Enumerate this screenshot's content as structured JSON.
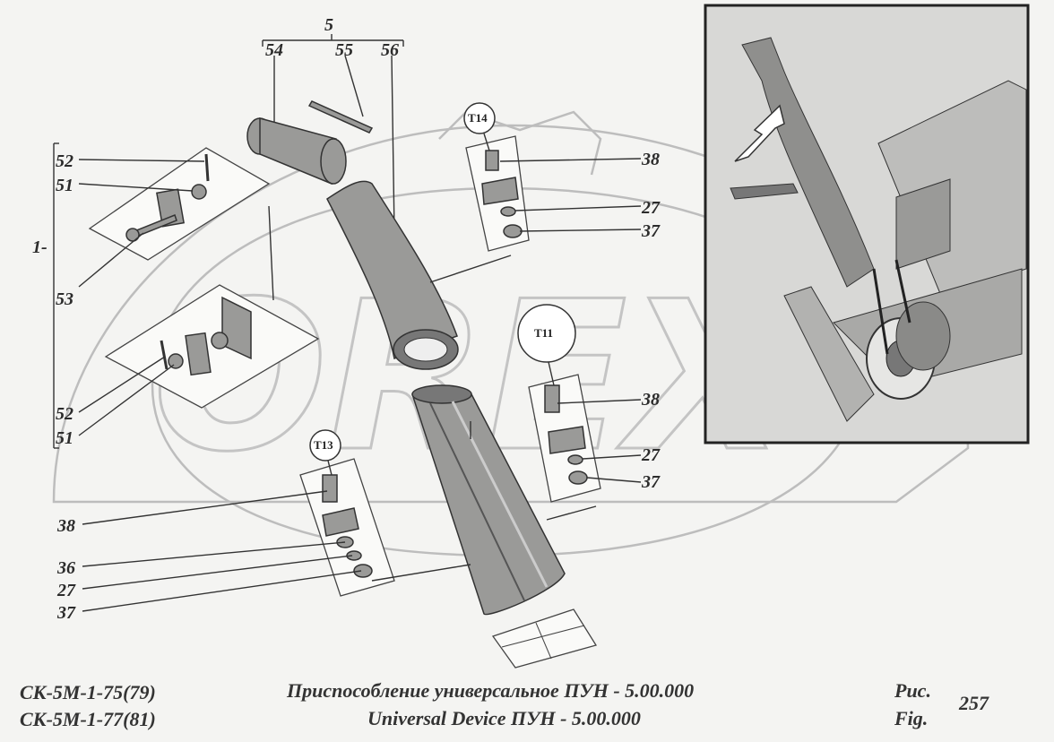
{
  "callouts": {
    "assembly_5": "5",
    "p54": "54",
    "p55": "55",
    "p56": "56",
    "p52_top": "52",
    "p51_top": "51",
    "group_1": "1-",
    "p53": "53",
    "p52_bot": "52",
    "p51_bot": "51",
    "t14": "T14",
    "p38_a": "38",
    "p27_a": "27",
    "p37_a": "37",
    "t11": "T11",
    "p38_b": "38",
    "p27_b": "27",
    "p37_b": "37",
    "t13": "T13",
    "p38_c": "38",
    "p36_c": "36",
    "p27_c": "27",
    "p37_c": "37"
  },
  "watermark": "OREX",
  "footer": {
    "model_line1": "СК-5М-1-75(79)",
    "model_line2": "СК-5М-1-77(81)",
    "title_ru": "Приспособление универсальное ПУН - 5.00.000",
    "title_en": "Universal Device ПУН - 5.00.000",
    "fig_ru": "Рис.",
    "fig_en": "Fig.",
    "fig_number": "257"
  }
}
